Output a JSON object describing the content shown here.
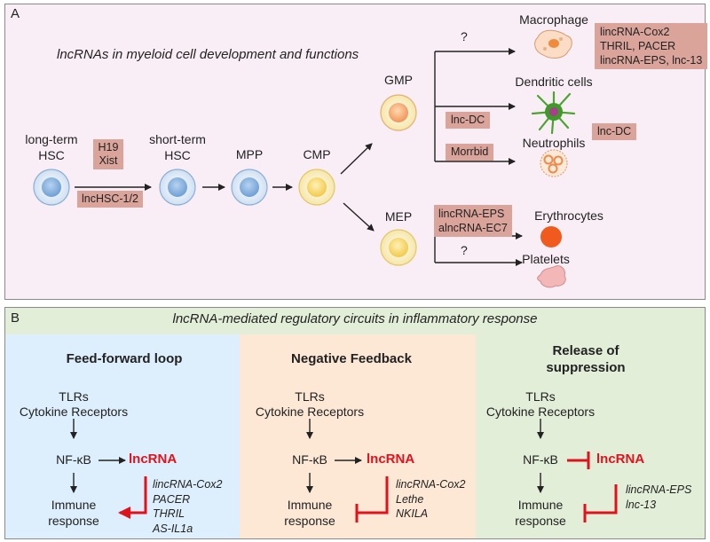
{
  "panel_a": {
    "letter": "A",
    "title": "lncRNAs in myeloid cell development and functions",
    "cells": {
      "lt_hsc": [
        "long-term",
        "HSC"
      ],
      "st_hsc": [
        "short-term",
        "HSC"
      ],
      "mpp": "MPP",
      "cmp": "CMP",
      "gmp": "GMP",
      "mep": "MEP",
      "macrophage": "Macrophage",
      "dendritic": "Dendritic cells",
      "neutrophils": "Neutrophils",
      "erythrocytes": "Erythrocytes",
      "platelets": "Platelets"
    },
    "tags": {
      "h19_xist": [
        "H19",
        "Xist"
      ],
      "lnchsc": "lncHSC-1/2",
      "macro": [
        "lincRNA-Cox2",
        "THRIL, PACER",
        "lincRNA-EPS, lnc-13"
      ],
      "dc_branch": "lnc-DC",
      "dc_side": "lnc-DC",
      "morrbid": "Morrbid",
      "ery": [
        "lincRNA-EPS",
        "alncRNA-EC7"
      ]
    },
    "question_top": "?",
    "question_bottom": "?"
  },
  "panel_b": {
    "letter": "B",
    "title": "lncRNA-mediated regulatory circuits in inflammatory response",
    "columns": [
      {
        "title": [
          "Feed-forward loop"
        ],
        "receptors": [
          "TLRs",
          "Cytokine Receptors"
        ],
        "nfkb": "NF-κB",
        "lncrna": "lncRNA",
        "immune": [
          "Immune",
          "response"
        ],
        "examples": [
          "lincRNA-Cox2",
          "PACER",
          "THRIL",
          "AS-IL1a"
        ]
      },
      {
        "title": [
          "Negative Feedback"
        ],
        "receptors": [
          "TLRs",
          "Cytokine Receptors"
        ],
        "nfkb": "NF-κB",
        "lncrna": "lncRNA",
        "immune": [
          "Immune",
          "response"
        ],
        "examples": [
          "lincRNA-Cox2",
          "Lethe",
          "NKILA"
        ]
      },
      {
        "title": [
          "Release of",
          "suppression"
        ],
        "receptors": [
          "TLRs",
          "Cytokine Receptors"
        ],
        "nfkb": "NF-κB",
        "lncrna": "lncRNA",
        "immune": [
          "Immune",
          "response"
        ],
        "examples": [
          "lincRNA-EPS",
          "lnc-13"
        ]
      }
    ]
  },
  "colors": {
    "panel_a_bg": "#f9eef6",
    "feed_forward_bg": "#ddeefc",
    "negative_feedback_bg": "#fce8d5",
    "release_bg": "#e2eed8",
    "tag_bg": "#dba49a",
    "highlight_red": "#e0121c"
  }
}
